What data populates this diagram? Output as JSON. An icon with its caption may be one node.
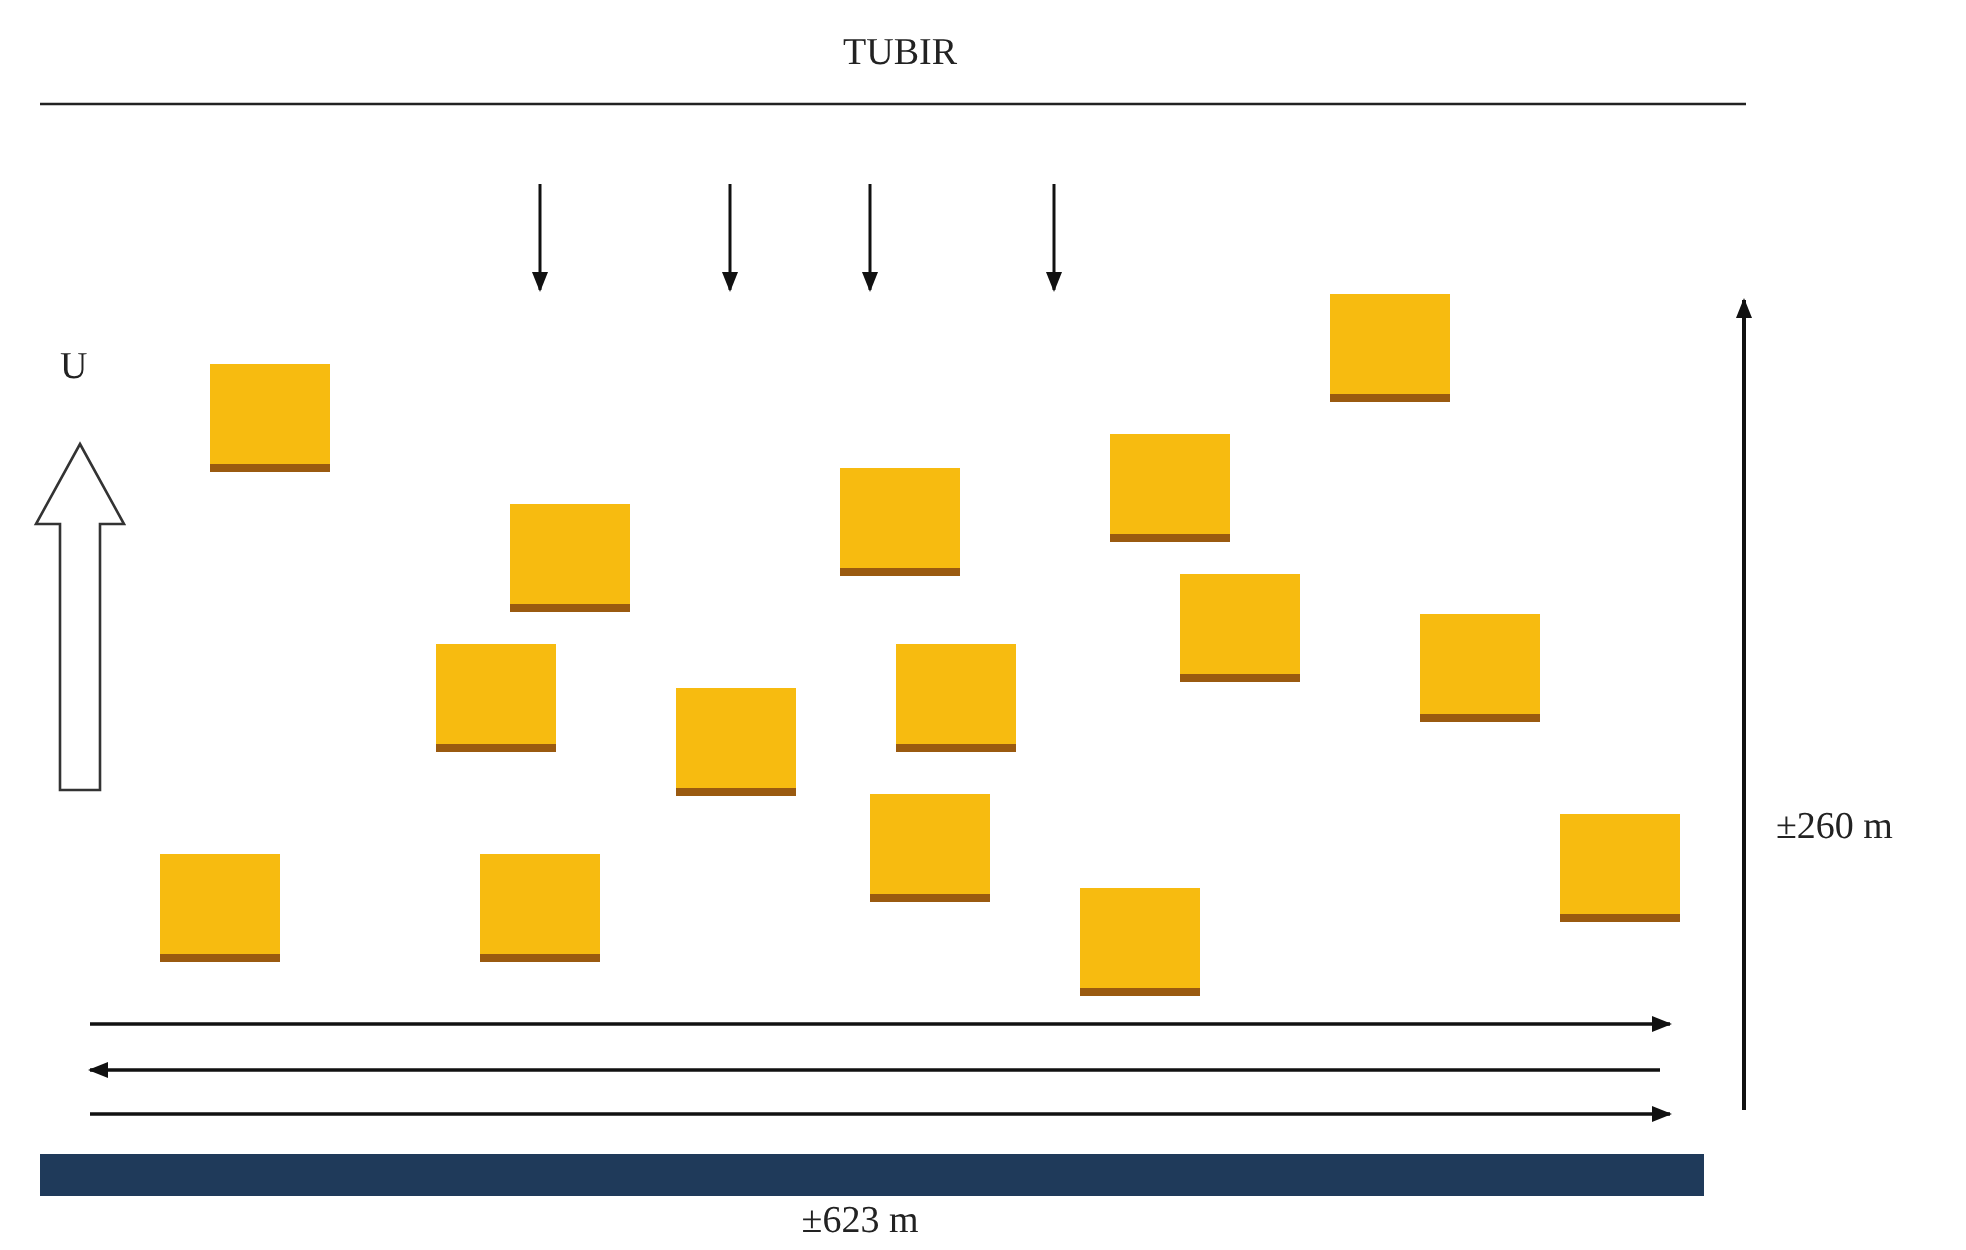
{
  "diagram": {
    "nodes": [
      {
        "text": [],
        "shape": "box"
      },
      {
        "text": [],
        "shape": "box"
      },
      {
        "text": [],
        "shape": "box"
      },
      {
        "text": [],
        "shape": "box"
      },
      {
        "text": [],
        "shape": "box"
      },
      {
        "text": [],
        "shape": "box"
      },
      {
        "text": [],
        "shape": "box"
      },
      {
        "text": [],
        "shape": "box"
      },
      {
        "text": [],
        "shape": "box"
      },
      {
        "text": [],
        "shape": "box"
      },
      {
        "text": [],
        "shape": "box"
      },
      {
        "text": [],
        "shape": "box"
      },
      {
        "text": [],
        "shape": "box"
      },
      {
        "text": [],
        "shape": "box"
      },
      {
        "text": [],
        "shape": "box"
      },
      {
        "text": [],
        "shape": "bar"
      }
    ],
    "labels": [
      "TUBIR",
      "U",
      "±260 m",
      "±623 m"
    ]
  }
}
